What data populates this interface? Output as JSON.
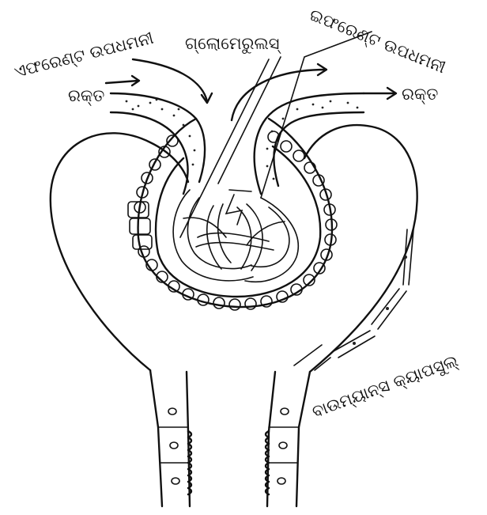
{
  "labels": {
    "afferent_arteriole": "ଏଫରେଣ୍ଟ ଉପଧମନୀ",
    "blood_in": "ରକ୍ତ",
    "glomerulus": "ଗ୍ଲୋମେରୁଲସ୍",
    "efferent_arteriole": "ଇଫରେଣ୍ଟ ଉପଧମନୀ",
    "blood_out": "ରକ୍ତ",
    "bowmans_capsule": "ବାଉମ୍ୟାନ୍ସ କ୍ୟାପସୁଲ୍"
  }
}
